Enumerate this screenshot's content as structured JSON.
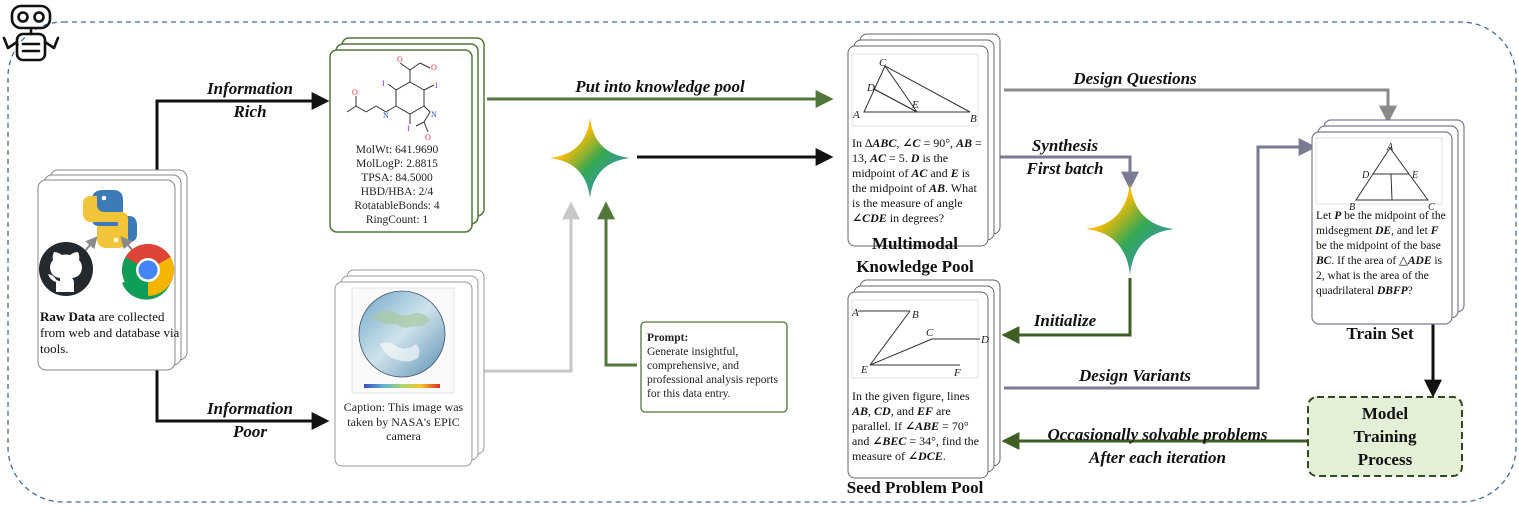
{
  "raw_data": {
    "bold_text": "Raw Data",
    "rest_text": " are collected from web and database via tools."
  },
  "labels": {
    "information_rich": [
      "Information",
      "Rich"
    ],
    "information_poor": [
      "Information",
      "Poor"
    ],
    "put_into_pool": "Put into knowledge pool",
    "design_questions": "Design Questions",
    "synthesis": [
      "Synthesis",
      "First batch"
    ],
    "initialize": "Initialize",
    "design_variants": "Design Variants",
    "occasionally": [
      "Occasionally solvable problems",
      "After each iteration"
    ]
  },
  "molecule_card": {
    "props": [
      "MolWt: 641.9690",
      "MolLogP: 2.8815",
      "TPSA: 84.5000",
      "HBD/HBA: 2/4",
      "RotatableBonds: 4",
      "RingCount: 1"
    ],
    "atoms": [
      "O",
      "O",
      "I",
      "I",
      "I",
      "N",
      "N",
      "O",
      "O"
    ]
  },
  "earth_card": {
    "caption": "Caption: This image was taken by NASA's EPIC camera"
  },
  "prompt_box": {
    "title": "Prompt:",
    "body": "Generate insightful, comprehensive, and professional analysis reports for this data entry."
  },
  "multimodal_pool": {
    "caption": [
      "Multimodal",
      "Knowledge Pool"
    ],
    "figure_labels": [
      "C",
      "D",
      "E",
      "A",
      "B"
    ],
    "problem_html": "In <i>∆<b>ABC</b></i>, <b>∠<i>C</i></b> = 90°, <b><i>AB</i></b> = 13, <b><i>AC</i></b> = 5. <b><i>D</i></b> is the midpoint of <b><i>AC</i></b> and <b><i>E</i></b> is the midpoint of <b><i>AB</i></b>. What is the measure of angle <b>∠<i>CDE</i></b> in degrees?"
  },
  "seed_pool": {
    "caption": "Seed Problem Pool",
    "figure_labels": [
      "A",
      "B",
      "C",
      "D",
      "E",
      "F"
    ],
    "problem_html": "In the given figure, lines <b><i>AB</i></b>, <b><i>CD</i></b>, and <b><i>EF</i></b> are parallel. If <b>∠<i>ABE</i></b> = 70° and <b>∠<i>BEC</i></b> = 34°, find the measure of <b>∠<i>DCE</i></b>."
  },
  "train_set": {
    "caption": "Train Set",
    "figure_labels": [
      "A",
      "D",
      "E",
      "B",
      "C"
    ],
    "problem_html": "Let <b><i>P</i></b> be the midpoint of the midsegment <b><i>DE</i></b>, and let <b><i>F</i></b> be the midpoint of the base <b><i>BC</i></b>. If the area of <i>△<b>ADE</b></i> is 2, what is the area of the quadrilateral <b><i>DBFP</i></b>?"
  },
  "model_training": {
    "lines": [
      "Model",
      "Training",
      "Process"
    ]
  },
  "colors": {
    "green": "#52773a",
    "gray": "#8a8a8a",
    "slate": "#7a7a92",
    "black": "#111111",
    "light_gray": "#c8c8c8",
    "dark_green": "#3e5e26",
    "dashed_border": "#4a6a94",
    "training_fill": "#e3efd7"
  },
  "icons": [
    "robot-icon",
    "python-icon",
    "github-icon",
    "chrome-icon",
    "gemini-star-icon"
  ]
}
